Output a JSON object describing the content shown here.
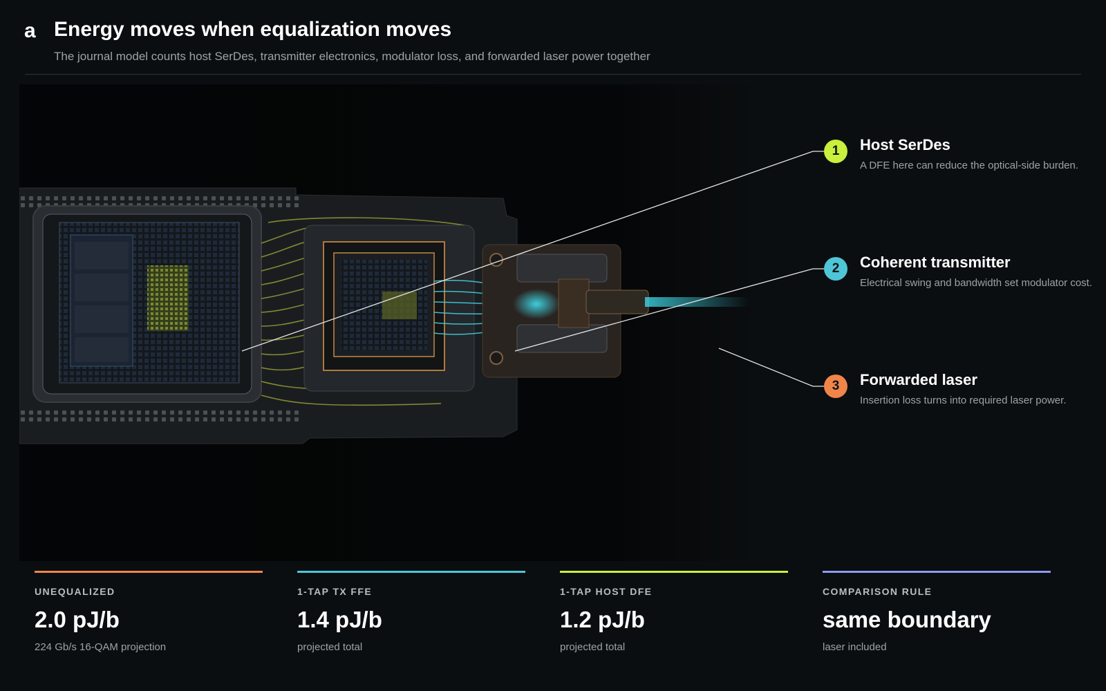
{
  "header": {
    "panel_letter": "a",
    "title": "Energy moves when equalization moves",
    "subtitle": "The journal model counts host SerDes, transmitter electronics, modulator loss, and forwarded laser power together"
  },
  "callouts": [
    {
      "number": "1",
      "title": "Host SerDes",
      "description": "A DFE here can reduce the optical-side burden.",
      "color": "#c8f03c"
    },
    {
      "number": "2",
      "title": "Coherent transmitter",
      "description": "Electrical swing and bandwidth set modulator cost.",
      "color": "#4fc6d8"
    },
    {
      "number": "3",
      "title": "Forwarded laser",
      "description": "Insertion loss turns into required laser power.",
      "color": "#f0854a"
    }
  ],
  "metrics": [
    {
      "label": "UNEQUALIZED",
      "value": "2.0 pJ/b",
      "note": "224 Gb/s 16-QAM projection",
      "color": "#f0854a"
    },
    {
      "label": "1-TAP TX FFE",
      "value": "1.4 pJ/b",
      "note": "projected total",
      "color": "#4fc6d8"
    },
    {
      "label": "1-TAP HOST DFE",
      "value": "1.2 pJ/b",
      "note": "projected total",
      "color": "#c8f03c"
    },
    {
      "label": "COMPARISON RULE",
      "value": "same boundary",
      "note": "laser included",
      "color": "#8d9bf0"
    }
  ]
}
